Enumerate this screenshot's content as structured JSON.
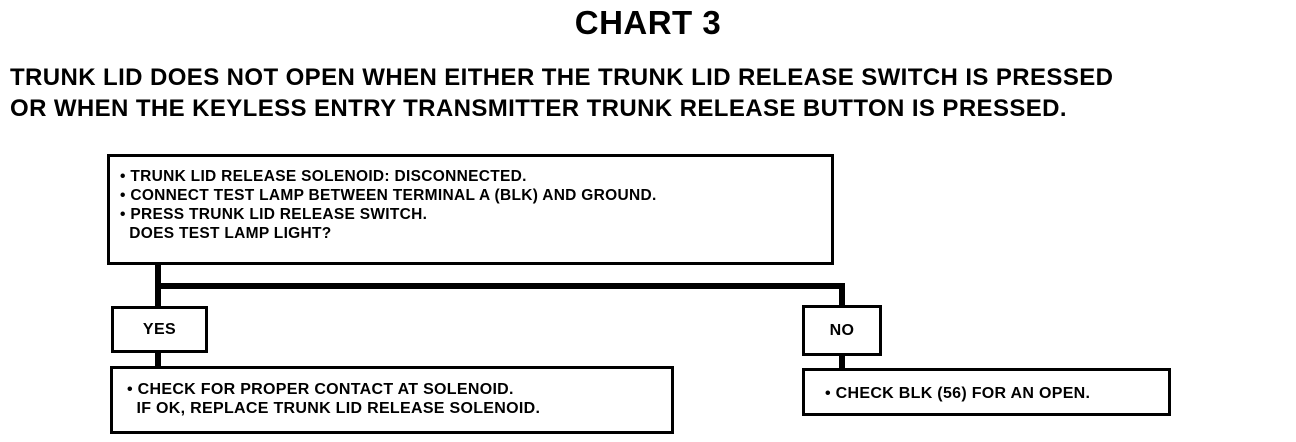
{
  "title": "CHART 3",
  "heading": {
    "line1": "TRUNK LID DOES NOT OPEN WHEN EITHER THE TRUNK LID RELEASE SWITCH IS PRESSED",
    "line2": "OR WHEN THE KEYLESS ENTRY TRANSMITTER TRUNK RELEASE BUTTON IS PRESSED."
  },
  "step_box": {
    "lines": [
      "• TRUNK LID RELEASE SOLENOID: DISCONNECTED.",
      "• CONNECT TEST LAMP BETWEEN TERMINAL A (BLK) AND GROUND.",
      "• PRESS TRUNK LID RELEASE SWITCH.",
      "  DOES TEST LAMP LIGHT?"
    ]
  },
  "yes_branch": {
    "label": "YES",
    "action_lines": [
      "• CHECK FOR PROPER CONTACT AT SOLENOID.",
      "  IF OK, REPLACE TRUNK LID RELEASE SOLENOID."
    ]
  },
  "no_branch": {
    "label": "NO",
    "action_lines": [
      "• CHECK BLK (56) FOR AN OPEN."
    ]
  }
}
